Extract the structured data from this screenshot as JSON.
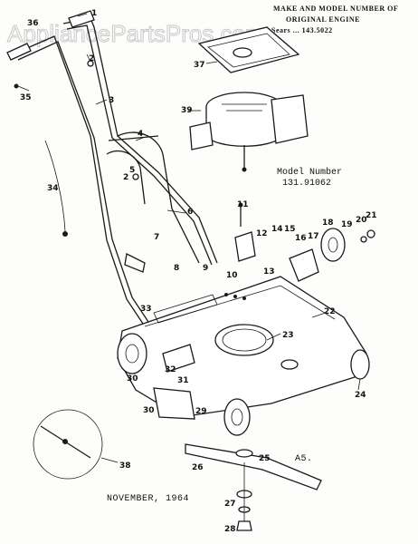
{
  "header": {
    "line1": "MAKE AND MODEL NUMBER OF",
    "line2": "ORIGINAL ENGINE",
    "line3": "Sears ... 143.5022"
  },
  "watermark": "AppliancePartsPros.com",
  "model_number": {
    "label": "Model Number",
    "value": "131.91062"
  },
  "date": "NOVEMBER, 1964",
  "page_code": "A5.",
  "callouts": [
    "1",
    "2",
    "3",
    "4",
    "5",
    "2",
    "6",
    "7",
    "8",
    "9",
    "10",
    "11",
    "12",
    "13",
    "14",
    "15",
    "16",
    "17",
    "18",
    "19",
    "20",
    "21",
    "22",
    "23",
    "24",
    "25",
    "26",
    "27",
    "28",
    "29",
    "30",
    "31",
    "32",
    "33",
    "34",
    "35",
    "36",
    "37",
    "38",
    "39",
    "30"
  ]
}
